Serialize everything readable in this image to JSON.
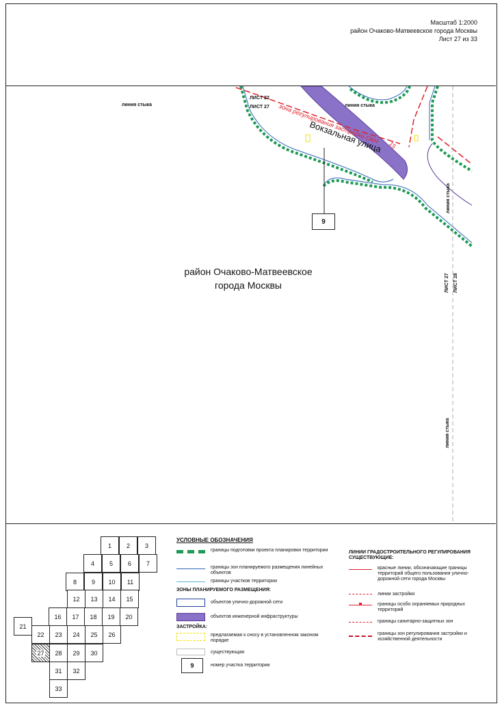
{
  "header": {
    "scale": "Масштаб 1:2000",
    "district": "район Очаково-Матвеевское города Москвы",
    "sheet": "Лист 27 из 33"
  },
  "map": {
    "district_label_line1": "район Очаково-Матвеевское",
    "district_label_line2": "города Москвы",
    "street_label": "Вокзальная улица",
    "junction_line_label": "линия стыка",
    "sheet22": "ЛИСТ 22",
    "sheet27": "ЛИСТ 27",
    "sheet27_vertical": "ЛИСТ 27",
    "sheet28_vertical": "ЛИСТ 28",
    "zone_label": "зона регулирования застройки ОКН",
    "zone_number": "15",
    "plot_number": "9",
    "colors": {
      "red_line": "#e0202a",
      "planning_boundary": "#1e9a55",
      "linear_zone_boundary": "#2a66b5",
      "plot_boundary": "#5ab0d8",
      "engineering_infra": "#8a72c8",
      "demolition": "#f2e200"
    }
  },
  "index_grid": {
    "cells": [
      "1",
      "2",
      "3",
      "4",
      "5",
      "6",
      "7",
      "8",
      "9",
      "10",
      "11",
      "12",
      "13",
      "14",
      "15",
      "16",
      "17",
      "18",
      "19",
      "20",
      "21",
      "22",
      "23",
      "24",
      "25",
      "26",
      "27",
      "28",
      "29",
      "30",
      "31",
      "32",
      "33"
    ],
    "current": "27"
  },
  "legend": {
    "title": "УСЛОВНЫЕ ОБОЗНАЧЕНИЯ",
    "planning_boundary": "границы подготовки проекта планировки территории",
    "linear_zone": "границы зон планируемого размещения линейных объектов",
    "plot_boundary": "границы участков территории",
    "zones_heading": "ЗОНЫ ПЛАНИРУЕМОГО РАЗМЕЩЕНИЯ:",
    "road_network": "объектов улично-дорожной сети",
    "engineering": "объектов инженерной инфраструктуры",
    "buildings_heading": "ЗАСТРОЙКА:",
    "demolition": "предлагаемая к сносу в установленном законом порядке",
    "existing": "существующая",
    "plot_number_sample": "9",
    "plot_number": "номер участка территории",
    "lines_heading": "ЛИНИИ ГРАДОСТРОИТЕЛЬНОГО РЕГУЛИРОВАНИЯ СУЩЕСТВУЮЩИЕ:",
    "red_lines": "красные линии, обозначающие границы территорий общего пользования улично-дорожной сети города Москвы",
    "building_lines": "линии застройки",
    "protected_areas": "границы особо охраняемых природных территорий",
    "sanitary": "границы санитарно-защитных зон",
    "regulation_zones": "границы зон регулирования застройки и хозяйственной деятельности"
  }
}
